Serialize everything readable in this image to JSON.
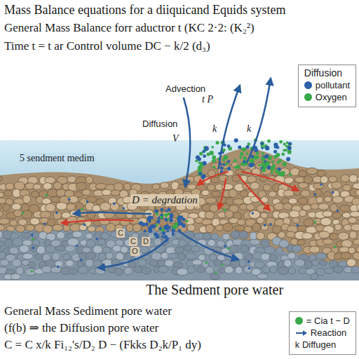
{
  "diagram": {
    "title": "Mass Balance equations for a diiquicand Equids system",
    "caption": "The Sedment pore water",
    "labels": [
      "General Mass Balance forr aductror t (KC 2·2: (K₂²)",
      "Time t = t ar Control volume DC − k/2 (d₃)",
      "Advection",
      "t P",
      "Diffusion",
      "V",
      "k",
      "k",
      "Diffusion",
      "5 sendment medim",
      "D = degrdation",
      "C",
      "C",
      "D",
      "O",
      "General Mass Sediment pore water",
      "(f(b) ⇒ the Diffusion pore water",
      "C = C x/k Fi₁₂'s/D₂ D − (Fkks D₂k/P₁ dy)"
    ],
    "legend": [
      {
        "text": "pollutant",
        "color": "#2c5fa8"
      },
      {
        "text": "Oxygen",
        "color": "#3aa84a"
      },
      {
        "text": "= Cia t − D",
        "color": "#3aa84a"
      },
      {
        "text": "Reaction"
      },
      {
        "text": "k Diffugen"
      }
    ]
  }
}
